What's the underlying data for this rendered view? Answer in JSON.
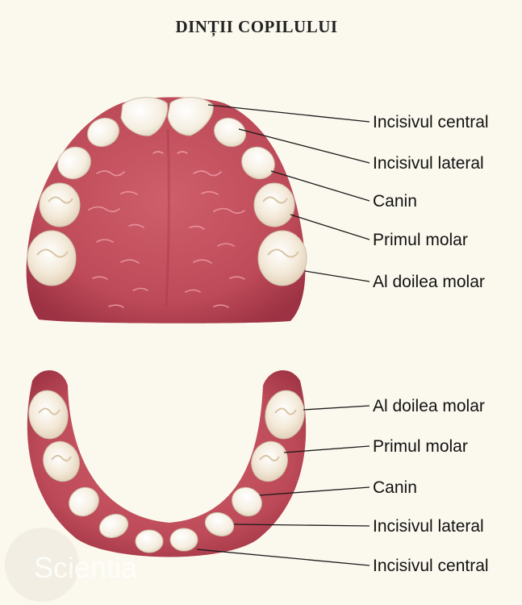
{
  "title": "DINȚII COPILULUI",
  "upper_jaw": {
    "labels": [
      "Incisivul central",
      "Incisivul lateral",
      "Canin",
      "Primul molar",
      "Al doilea molar"
    ]
  },
  "lower_jaw": {
    "labels": [
      "Al doilea molar",
      "Primul molar",
      "Canin",
      "Incisivul lateral",
      "Incisivul central"
    ]
  },
  "watermark": "Scientia",
  "colors": {
    "background": "#fbf9ee",
    "gum": "#c0505e",
    "gum_dark": "#9c3243",
    "tooth": "#f8f1e4"
  }
}
